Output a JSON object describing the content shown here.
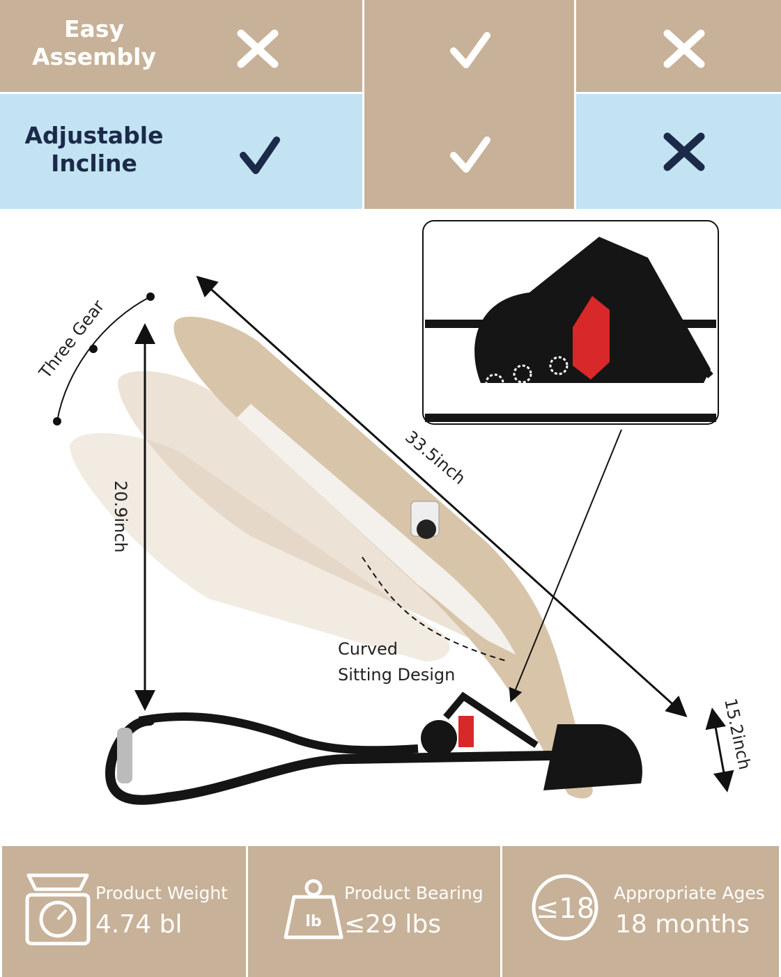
{
  "comparison": {
    "rows": [
      {
        "label": "Easy\nAssembly",
        "marks": [
          "x",
          "check",
          "x"
        ]
      },
      {
        "label": "Adjustable\nIncline",
        "marks": [
          "check",
          "check",
          "x"
        ]
      }
    ]
  },
  "illustration": {
    "gear_label": "Three Gear",
    "length": "33.5inch",
    "height": "20.9inch",
    "depth": "15.2inch",
    "curved_line1": "Curved",
    "curved_line2": "Sitting Design"
  },
  "specs": [
    {
      "icon": "scale-icon",
      "label": "Product Weight",
      "value": "4.74 bl"
    },
    {
      "icon": "weight-lb-icon",
      "label": "Product Bearing",
      "value": "≤29 lbs"
    },
    {
      "icon": "age-18-icon",
      "label": "Appropriate Ages",
      "value": "18 months",
      "badge": "≤18"
    }
  ],
  "colors": {
    "tan": "#c7b198",
    "blue": "#c3e3f3",
    "navy": "#1c2a4a",
    "red": "#d8282a"
  }
}
